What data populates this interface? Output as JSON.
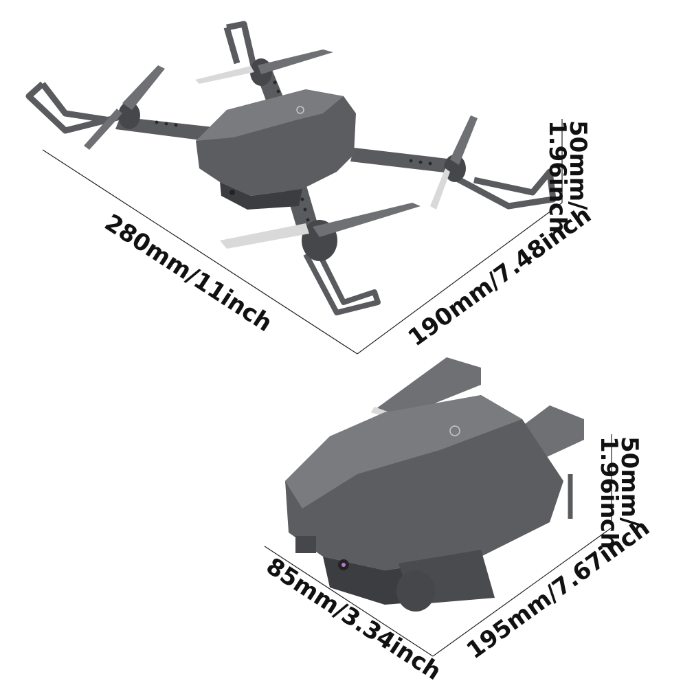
{
  "labels": {
    "unfolded_length": "280mm/11inch",
    "unfolded_width": "190mm/7.48inch",
    "unfolded_height": "50mm/\n1.96inch",
    "folded_length": "85mm/3.34inch",
    "folded_width": "195mm/7.67inch",
    "folded_height": "50mm/\n1.96inch"
  },
  "colors": {
    "body": "#5c5d60",
    "body_light": "#7a7b7f",
    "body_dark": "#3c3d40",
    "propeller": "#6f7074",
    "propeller_tip": "#d9d9d9",
    "dimension_line": "#222222"
  }
}
